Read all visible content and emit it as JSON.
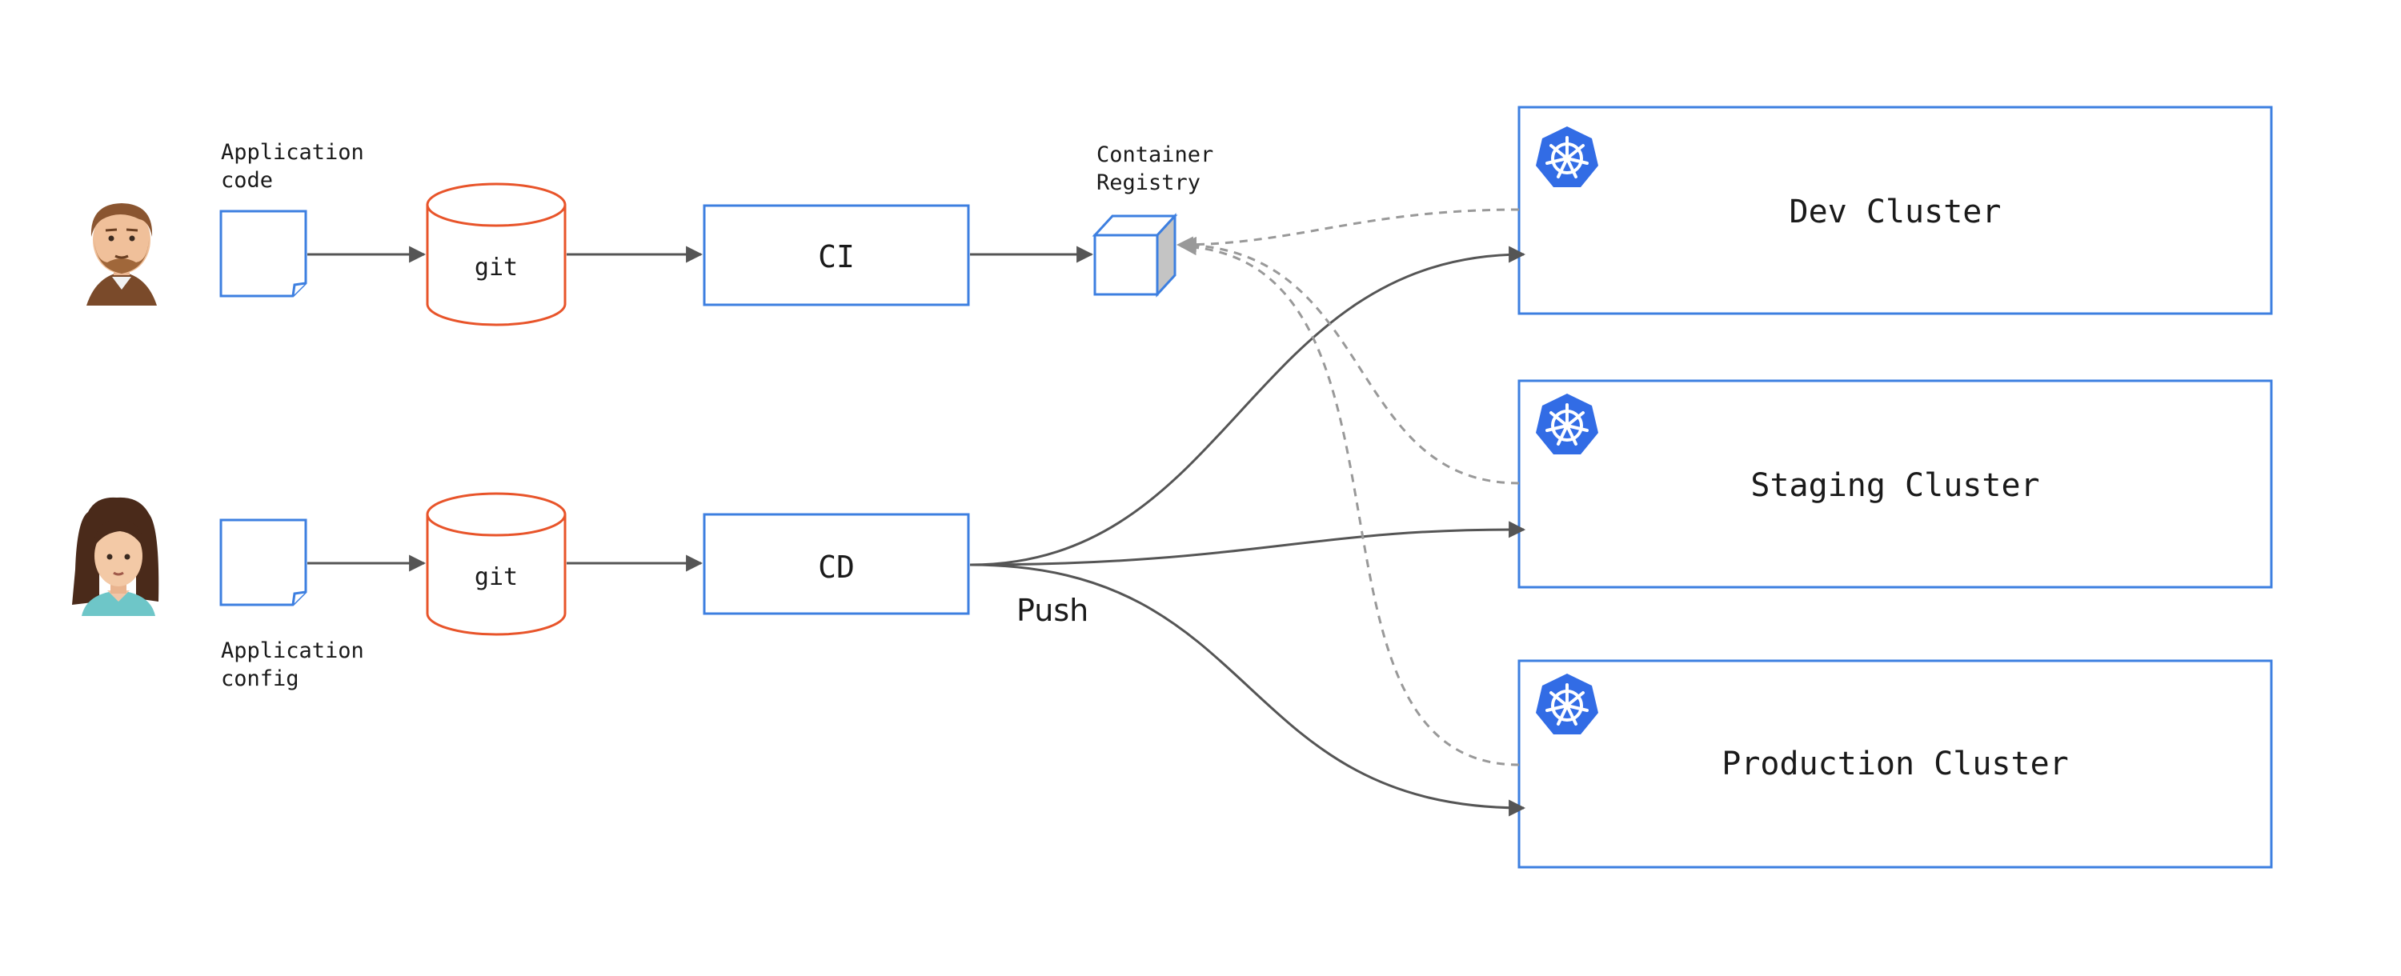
{
  "developer": {
    "code_label_line1": "Application",
    "code_label_line2": "code",
    "git_label": "git",
    "ci_label": "CI"
  },
  "registry": {
    "label_line1": "Container",
    "label_line2": "Registry"
  },
  "operator": {
    "config_label_line1": "Application",
    "config_label_line2": "config",
    "git_label": "git",
    "cd_label": "CD",
    "push_label": "Push"
  },
  "clusters": {
    "dev": "Dev Cluster",
    "staging": "Staging Cluster",
    "production": "Production Cluster"
  },
  "colors": {
    "box_stroke": "#3d7fe0",
    "git_stroke": "#e8542a",
    "arrow": "#555555",
    "dashed_arrow": "#999999",
    "k8s_blue": "#326ce5"
  }
}
